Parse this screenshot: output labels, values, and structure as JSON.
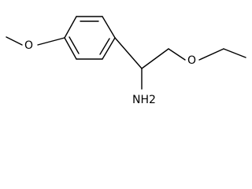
{
  "molecule": {
    "atoms": {
      "methoxy_o": "O",
      "ether_o": "O",
      "amine": "NH2"
    },
    "bond_color": "#000000",
    "label_color": "#000000"
  }
}
